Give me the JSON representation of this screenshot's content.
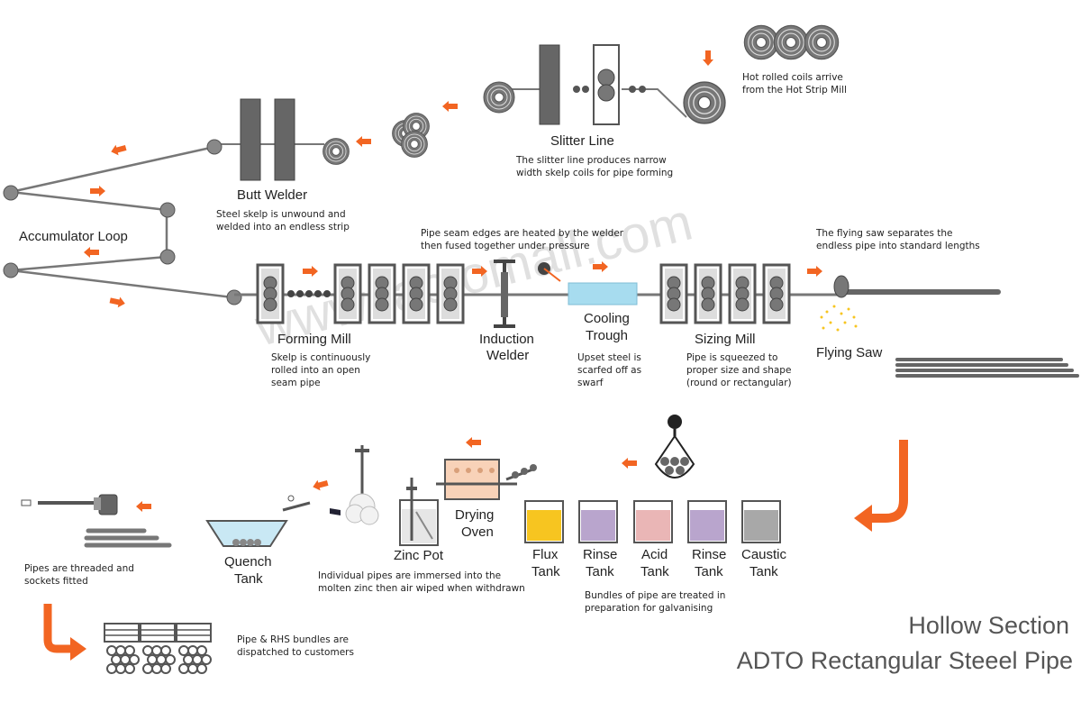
{
  "colors": {
    "arrow": "#f26522",
    "machine": "#666666",
    "strip": "#8a8a8a",
    "cooling": "#a7dcef",
    "flux": "#f7c520",
    "rinse": "#b9a5cd",
    "acid": "#eab6b6",
    "caustic": "#a8a8a8"
  },
  "icons": [
    "arrow-icon",
    "hook-icon",
    "coil-icon",
    "roller-stand-icon",
    "spark-icon",
    "pipe-bundle-icon"
  ],
  "watermark": "www.factomall.com",
  "top": {
    "hot_rolled_note_1": "Hot rolled coils arrive",
    "hot_rolled_note_2": "from the Hot Strip Mill",
    "slitter_label": "Slitter Line",
    "slitter_note_1": "The slitter line produces narrow",
    "slitter_note_2": "width skelp coils for pipe forming",
    "butt_label": "Butt Welder",
    "butt_note_1": "Steel skelp is unwound and",
    "butt_note_2": "welded into an endless strip",
    "accumulator_label": "Accumulator Loop"
  },
  "middle": {
    "seam_note_1": "Pipe seam edges are heated by the welder",
    "seam_note_2": "then fused together under pressure",
    "flying_note_1": "The flying saw separates the",
    "flying_note_2": "endless pipe into standard lengths",
    "forming_label": "Forming Mill",
    "forming_note_1": "Skelp is continuously",
    "forming_note_2": "rolled into an open",
    "forming_note_3": "seam pipe",
    "induction_label_1": "Induction",
    "induction_label_2": "Welder",
    "cooling_label_1": "Cooling",
    "cooling_label_2": "Trough",
    "upset_note_1": "Upset steel is",
    "upset_note_2": "scarfed off as",
    "upset_note_3": "swarf",
    "sizing_label": "Sizing Mill",
    "sizing_note_1": "Pipe is squeezed to",
    "sizing_note_2": "proper size and shape",
    "sizing_note_3": "(round or rectangular)",
    "saw_label": "Flying Saw"
  },
  "bottom": {
    "threaded_note_1": "Pipes are threaded and",
    "threaded_note_2": "sockets fitted",
    "quench_label_1": "Quench",
    "quench_label_2": "Tank",
    "zinc_label": "Zinc Pot",
    "zinc_note_1": "Individual pipes are immersed into the",
    "zinc_note_2": "molten zinc then air wiped when withdrawn",
    "drying_label_1": "Drying",
    "drying_label_2": "Oven",
    "tanks": [
      {
        "line1": "Flux",
        "line2": "Tank"
      },
      {
        "line1": "Rinse",
        "line2": "Tank"
      },
      {
        "line1": "Acid",
        "line2": "Tank"
      },
      {
        "line1": "Rinse",
        "line2": "Tank"
      },
      {
        "line1": "Caustic",
        "line2": "Tank"
      }
    ],
    "bundles_note_1": "Bundles of pipe are treated in",
    "bundles_note_2": "preparation for galvanising",
    "dispatch_note_1": "Pipe & RHS bundles are",
    "dispatch_note_2": "dispatched to customers"
  },
  "brand": {
    "line1": "Hollow Section",
    "line2": "ADTO Rectangular Steeel Pipe"
  }
}
